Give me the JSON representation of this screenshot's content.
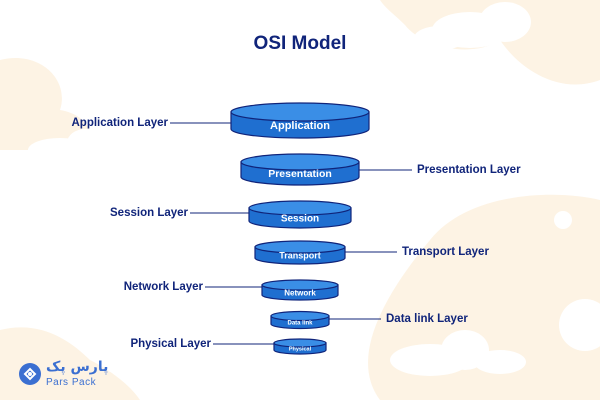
{
  "title": "OSI Model",
  "layers": [
    {
      "disc": "Application",
      "label": "Application Layer"
    },
    {
      "disc": "Presentation",
      "label": "Presentation Layer"
    },
    {
      "disc": "Session",
      "label": "Session Layer"
    },
    {
      "disc": "Transport",
      "label": "Transport Layer"
    },
    {
      "disc": "Network",
      "label": "Network Layer"
    },
    {
      "disc": "Data link",
      "label": "Data link Layer"
    },
    {
      "disc": "Physical",
      "label": "Physical Layer"
    }
  ],
  "logo": {
    "native": "پارس پک",
    "latin": "Pars Pack",
    "icon": "parspack-logo-icon"
  },
  "colors": {
    "background_blob": "#fdf3e4",
    "disc_top": "#3a8ee6",
    "disc_side": "#1f6fd0",
    "outline": "#10247a",
    "text": "#10247a"
  }
}
